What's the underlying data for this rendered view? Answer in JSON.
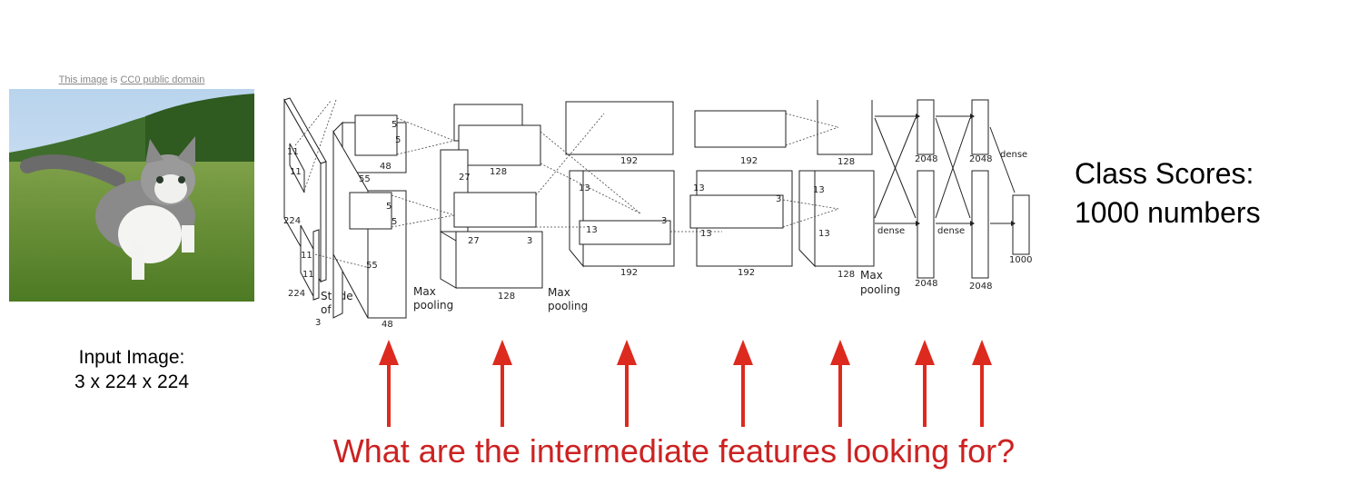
{
  "credit": {
    "prefix": "This image",
    "middle": " is ",
    "link": "CC0 public domain"
  },
  "input_caption": {
    "line1": "Input Image:",
    "line2": "3 x 224 x 224"
  },
  "output_caption": {
    "line1": "Class Scores:",
    "line2": "1000 numbers"
  },
  "question": "What are the intermediate features looking for?",
  "arrow_color": "#dd2a1e",
  "network": {
    "input": {
      "size_a": "224",
      "size_b": "224",
      "channels": "3",
      "kernel_a": "11",
      "kernel_b": "11",
      "kernel_c": "11",
      "kernel_d": "11",
      "stride_line1": "Stride",
      "stride_line2": "of 4"
    },
    "conv1": {
      "dim": "55",
      "depth_top": "48",
      "depth_bot": "48",
      "dim2": "55",
      "k1": "5",
      "k2": "5",
      "k3": "5",
      "k4": "5"
    },
    "pool1": {
      "line1": "Max",
      "line2": "pooling"
    },
    "conv2": {
      "dim": "27",
      "dim2": "27",
      "depth_top": "128",
      "depth_bot": "128",
      "k": "3"
    },
    "pool2": {
      "line1": "Max",
      "line2": "pooling"
    },
    "conv3": {
      "dim": "13",
      "dim2": "13",
      "depth_top": "192",
      "depth_bot": "192",
      "k": "3"
    },
    "conv4": {
      "dim": "13",
      "dim2": "13",
      "depth_top": "192",
      "depth_bot": "192",
      "k": "3"
    },
    "conv5": {
      "dim": "13",
      "dim2": "13",
      "depth_top": "128",
      "depth_bot": "128"
    },
    "pool3": {
      "line1": "Max",
      "line2": "pooling"
    },
    "fc": {
      "dense": "dense",
      "w1": "2048",
      "w2": "2048",
      "w3": "2048",
      "w4": "2048",
      "out": "1000"
    }
  }
}
